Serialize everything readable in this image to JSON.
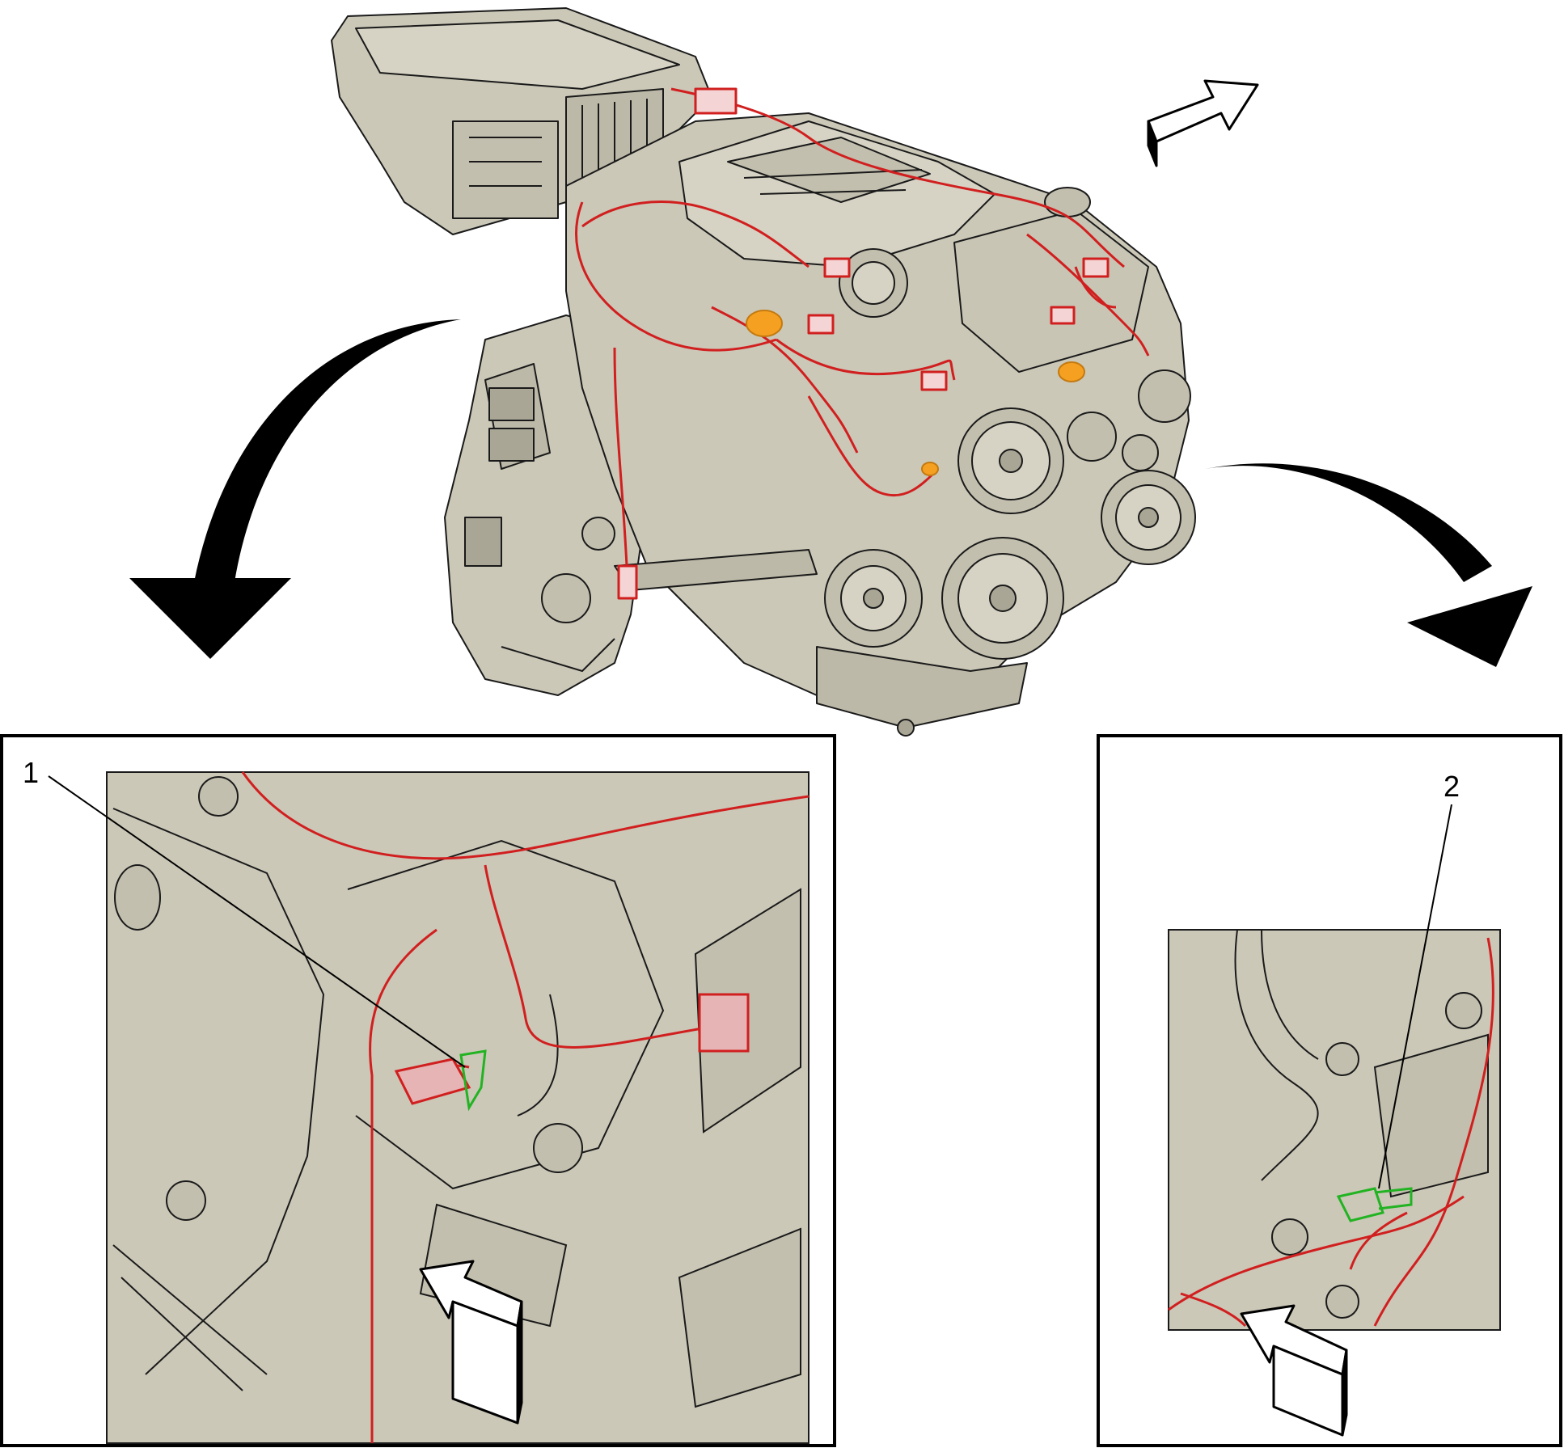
{
  "callouts": [
    {
      "id": "1",
      "label": "1"
    },
    {
      "id": "2",
      "label": "2"
    }
  ],
  "colors": {
    "background": "#ffffff",
    "component_fill": "#cbc8b8",
    "outline": "#1a1a1a",
    "harness": "#d11f1f",
    "highlight_clip": "#22b322",
    "highlight_part": "#f5a020",
    "frame": "#000000",
    "arrow": "#000000"
  },
  "icons": {
    "view_direction": "hollow-3d-arrow-icon",
    "rotation": "curved-arrow-icon"
  }
}
